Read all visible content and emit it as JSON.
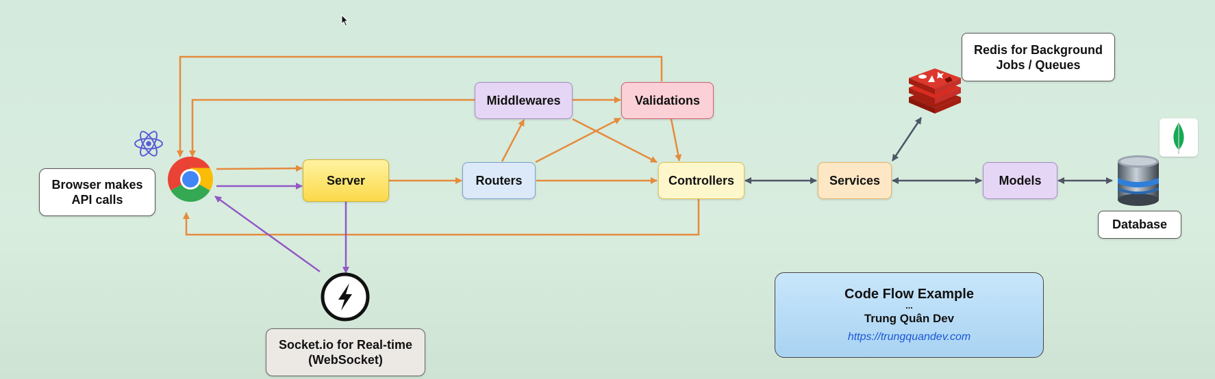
{
  "nodes": {
    "browser": "Browser makes\nAPI calls",
    "server": "Server",
    "routers": "Routers",
    "middlewares": "Middlewares",
    "validations": "Validations",
    "controllers": "Controllers",
    "services": "Services",
    "models": "Models",
    "database": "Database",
    "redis": "Redis for Background\nJobs / Queues",
    "socket": "Socket.io for Real-time\n(WebSocket)"
  },
  "panel": {
    "title": "Code Flow Example",
    "dots": "...",
    "author": "Trung Quân Dev",
    "url": "https://trungquandev.com"
  },
  "icons": [
    "react-icon",
    "chrome-icon",
    "socketio-icon",
    "redis-icon",
    "mongodb-icon",
    "database-icon",
    "cursor-icon"
  ],
  "colors": {
    "orange_arrow": "#e68a3c",
    "purple_arrow": "#9159c4",
    "grey_arrow": "#4d5566"
  }
}
